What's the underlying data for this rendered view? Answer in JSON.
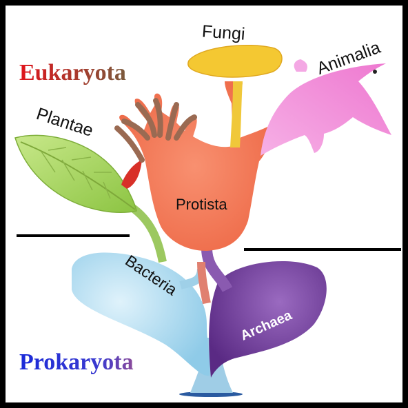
{
  "domains": {
    "eukaryota": {
      "label": "Eukaryota",
      "color_start": "#e0141c",
      "color_end": "#7a5a3c"
    },
    "prokaryota": {
      "label": "Prokaryota",
      "color_start": "#1a2ad8",
      "color_end": "#8a4a9a"
    }
  },
  "kingdoms": {
    "fungi": {
      "label": "Fungi",
      "color": "#f2c832"
    },
    "animalia": {
      "label": "Animalia",
      "color": "#f08ad8"
    },
    "plantae": {
      "label": "Plantae",
      "color": "#a8d45a"
    },
    "protista": {
      "label": "Protista",
      "color": "#f47a5a"
    },
    "bacteria": {
      "label": "Bacteria",
      "color": "#9fd8f0"
    },
    "archaea": {
      "label": "Archaea",
      "color": "#7a4aa0"
    }
  }
}
